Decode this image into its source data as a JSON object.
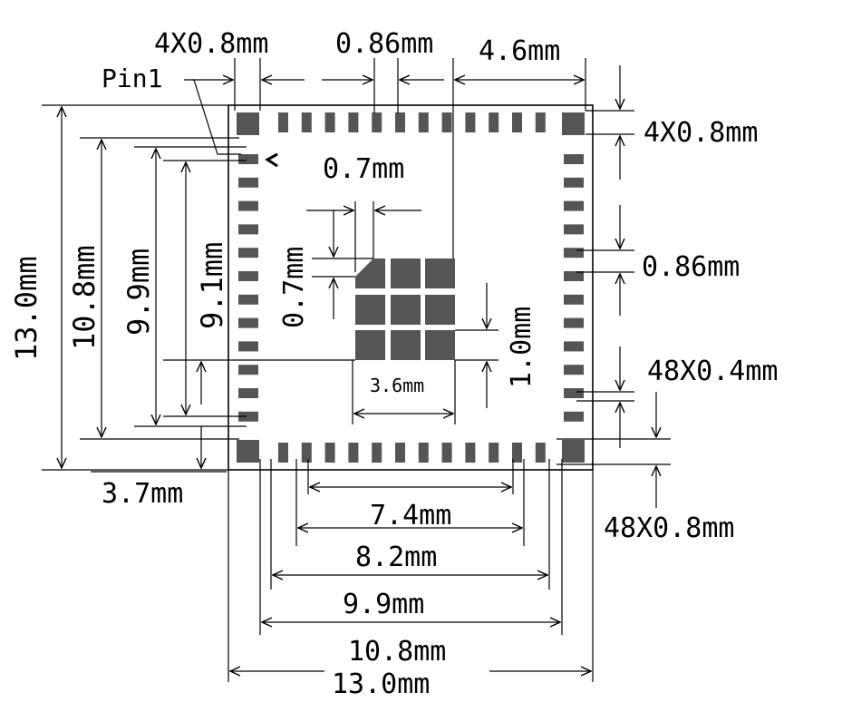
{
  "colors": {
    "pad": "#555555",
    "line": "#000000",
    "background": "#ffffff"
  },
  "labels": {
    "top_corner_pads": "4X0.8mm",
    "top_pitch": "0.86mm",
    "top_offset": "4.6mm",
    "pin1": "Pin1",
    "right_corner_pads": "4X0.8mm",
    "right_pitch": "0.86mm",
    "pad_width": "48X0.4mm",
    "pad_length": "48X0.8mm",
    "thermal_pad_size": "0.7mm",
    "thermal_pad_size_vertical": "0.7mm",
    "thermal_pitch": "1.0mm",
    "thermal_span": "3.6mm",
    "left_offset": "3.7mm",
    "vertical_13": "13.0mm",
    "vertical_10_8": "10.8mm",
    "vertical_9_9": "9.9mm",
    "vertical_9_1": "9.1mm",
    "bottom_7_4": "7.4mm",
    "bottom_8_2": "8.2mm",
    "bottom_9_9": "9.9mm",
    "bottom_10_8": "10.8mm",
    "bottom_13": "13.0mm"
  }
}
